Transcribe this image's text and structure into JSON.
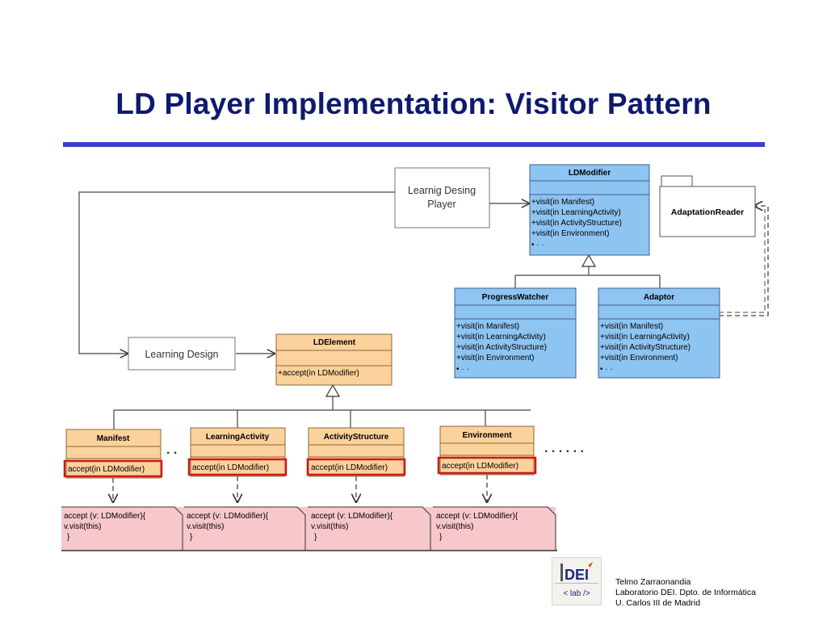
{
  "slide": {
    "title": "LD Player Implementation: Visitor Pattern"
  },
  "diagram": {
    "player_box": {
      "lines": [
        "Learnig Desing",
        "Player"
      ]
    },
    "learning_design_box": {
      "label": "Learning Design"
    },
    "ld_modifier": {
      "name": "LDModifier",
      "methods": [
        "+visit(in Manifest)",
        "+visit(in LearningActivity)",
        "+visit(in ActivityStructure)",
        "+visit(in Environment)"
      ],
      "ellipsis": "• · ·"
    },
    "adaptation_reader": {
      "name": "AdaptationReader"
    },
    "progress_watcher": {
      "name": "ProgressWatcher",
      "methods": [
        "+visit(in Manifest)",
        "+visit(in LearningActivity)",
        "+visit(in ActivityStructure)",
        "+visit(in Environment)"
      ],
      "ellipsis": "• · ·"
    },
    "adaptor": {
      "name": "Adaptor",
      "methods": [
        "+visit(in Manifest)",
        "+visit(in LearningActivity)",
        "+visit(in ActivityStructure)",
        "+visit(in Environment)"
      ],
      "ellipsis": "• · ·"
    },
    "ld_element": {
      "name": "LDElement",
      "method": "+accept(in LDModifier)"
    },
    "subclasses": [
      {
        "name": "Manifest",
        "method": "accept(in LDModifier)"
      },
      {
        "name": "LearningActivity",
        "method": "accept(in LDModifier)"
      },
      {
        "name": "ActivityStructure",
        "method": "accept(in LDModifier)"
      },
      {
        "name": "Environment",
        "method": "accept(in LDModifier)"
      }
    ],
    "notes": [
      {
        "lines": [
          "accept (v: LDModifier){",
          "v.visit(this)",
          "}"
        ]
      },
      {
        "lines": [
          "accept (v: LDModifier){",
          "v.visit(this)",
          "}"
        ]
      },
      {
        "lines": [
          "accept (v: LDModifier){",
          "v.visit(this)",
          "}"
        ]
      },
      {
        "lines": [
          "accept (v: LDModifier){",
          "v.visit(this)",
          "}"
        ]
      }
    ],
    "dots_small": ". .",
    "dots_large": ". . . . . ."
  },
  "logo": {
    "text": "DEI",
    "sub": "< lab />",
    "accent_color": "#e05a1e"
  },
  "footer": {
    "lines": [
      "Telmo Zarraonandia",
      "Laboratorio DEI. Dpto. de Informática",
      "U. Carlos III de Madrid"
    ]
  },
  "colors": {
    "title": "#0d1a6e",
    "rule": "#3a3fcf",
    "blue_class": "#8ec4f2",
    "orange_class": "#fbd19c",
    "note_fill": "#f7c7cc",
    "highlight": "#cc1a1a"
  }
}
